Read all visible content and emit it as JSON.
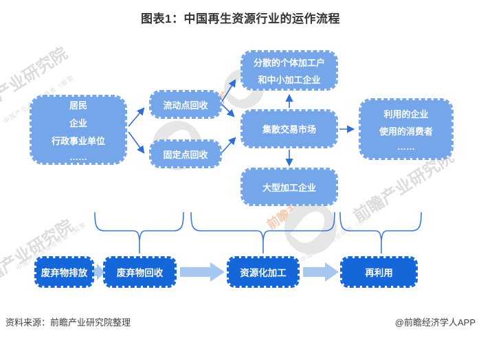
{
  "title": "图表1：中国再生资源行业的运作流程",
  "colors": {
    "light_box": "#74a6e9",
    "dark_box": "#1566d8",
    "thin_arrow": "#2f6fd6",
    "brace": "#3c79d8",
    "block_arrow": "#a6c7ef",
    "box_text": "#ffffff",
    "title_text": "#333333"
  },
  "flow": {
    "source": {
      "lines": [
        "居民",
        "企业",
        "行政事业单位",
        "……"
      ]
    },
    "mobile": {
      "label": "流动点回收"
    },
    "fixed": {
      "label": "固定点回收"
    },
    "scatter": {
      "lines": [
        "分散的个体加工户",
        "和中小加工企业"
      ]
    },
    "market": {
      "label": "集散交易市场"
    },
    "large": {
      "label": "大型加工企业"
    },
    "users": {
      "lines": [
        "利用的企业",
        "使用的消费者",
        "……"
      ]
    }
  },
  "stages": [
    "废弃物排放",
    "废弃物回收",
    "资源化加工",
    "再利用"
  ],
  "watermarks": {
    "brand_full": "前瞻产业研究院",
    "brand_partial": "产业研究院",
    "brand_orange": "前瞻产业",
    "tagline": "中国产业咨询领导者（股票"
  },
  "footer": {
    "source": "资料来源：前瞻产业研究院整理",
    "credit": "@前瞻经济学人APP"
  }
}
